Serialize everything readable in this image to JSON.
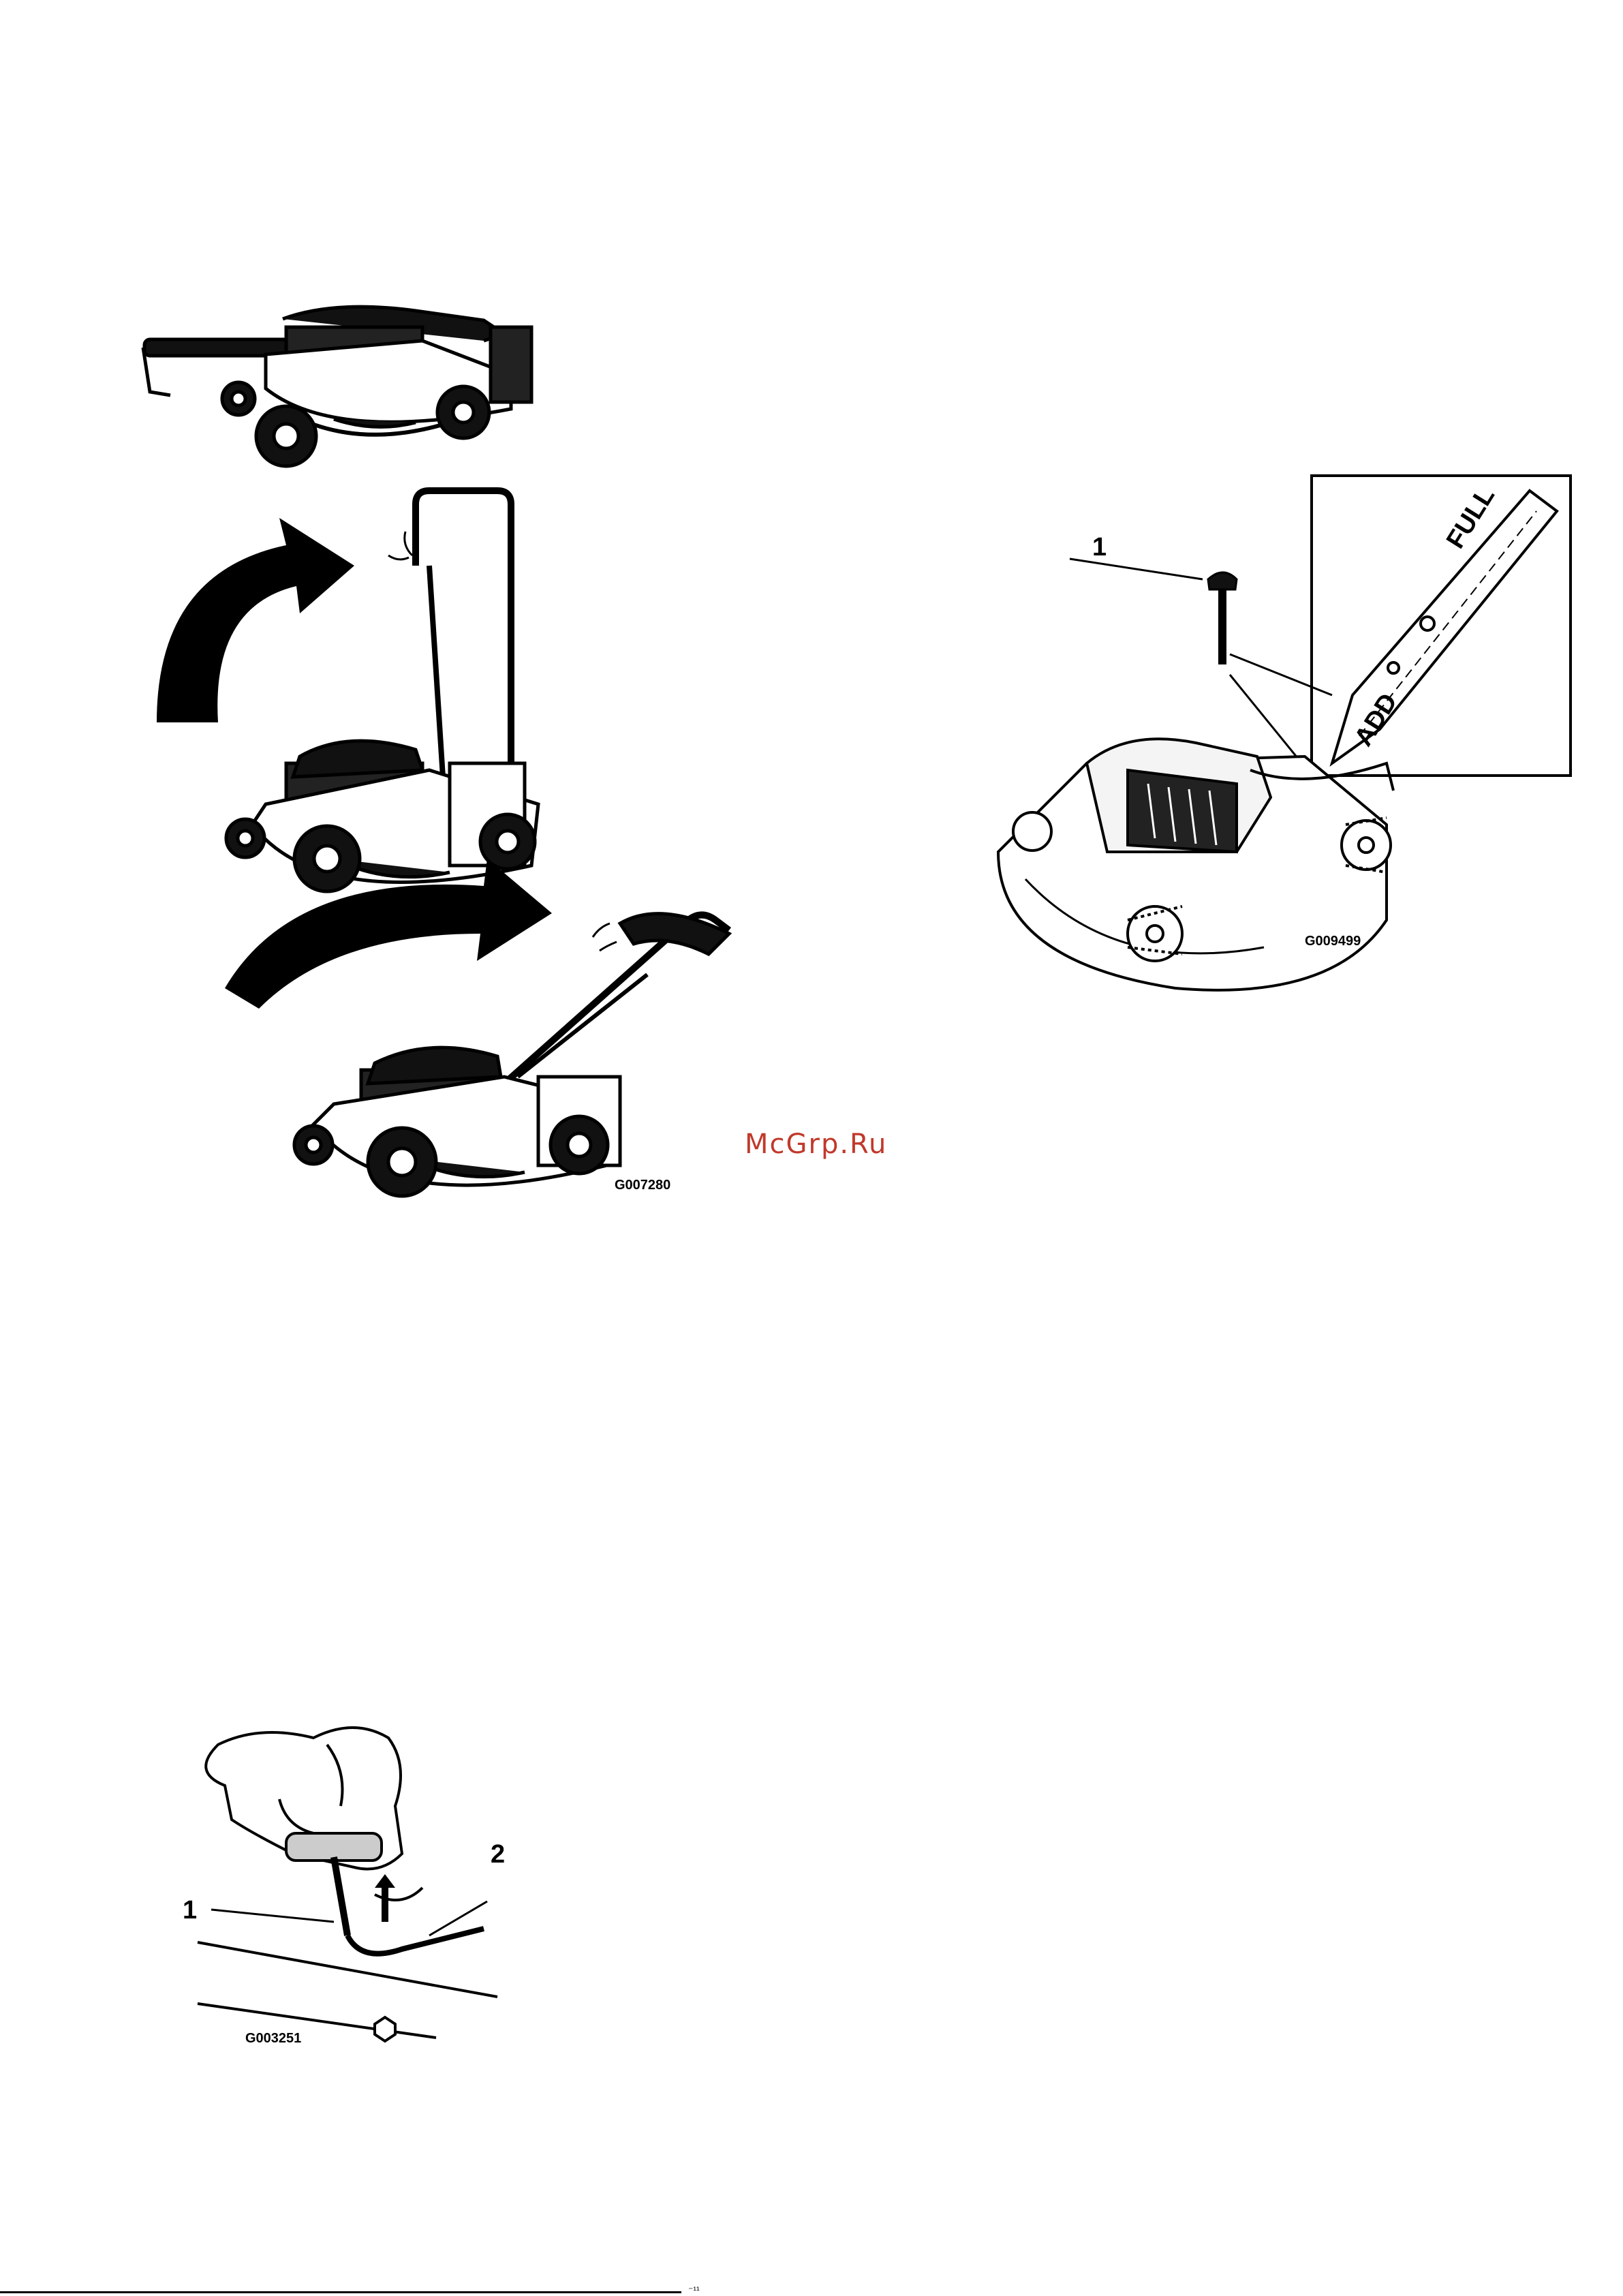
{
  "figures": {
    "handle_unfold": {
      "code": "G007280"
    },
    "oil_dipstick": {
      "code": "G009499",
      "callout_1": "1",
      "inset_full_label": "FULL",
      "inset_add_label": "ADD"
    },
    "spark_plug_wire": {
      "code": "G003251",
      "callout_1": "1",
      "callout_2": "2"
    }
  },
  "watermark": "McGrp.Ru",
  "footer_mark": "⁻¹¹"
}
